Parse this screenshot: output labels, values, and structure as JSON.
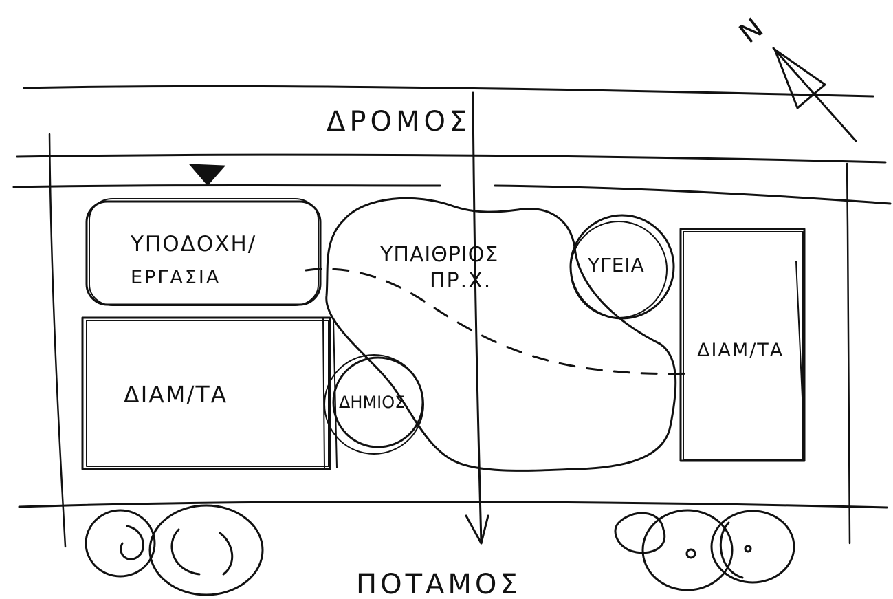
{
  "north_label": "N",
  "street": {
    "label": "ΔΡΟΜΟΣ"
  },
  "river": {
    "label": "ΠΟΤΑΜΟΣ"
  },
  "zones": {
    "reception": {
      "line1": "ΥΠΟΔΟΧΗ/",
      "line2": "ΕΡΓΑΣΙΑ"
    },
    "housing_left": {
      "label": "ΔΙΑΜ/ΤΑ"
    },
    "open_space": {
      "line1": "ΥΠΑΙΘΡΙΟΣ",
      "line2": "ΠΡ.Χ."
    },
    "health": {
      "label": "ΥΓΕΙΑ"
    },
    "public": {
      "label": "ΔΗΜΙΟΣ"
    },
    "housing_right": {
      "label": "ΔΙΑΜ/ΤΑ"
    }
  },
  "colors": {
    "ink": "#111111",
    "paper": "#ffffff"
  }
}
